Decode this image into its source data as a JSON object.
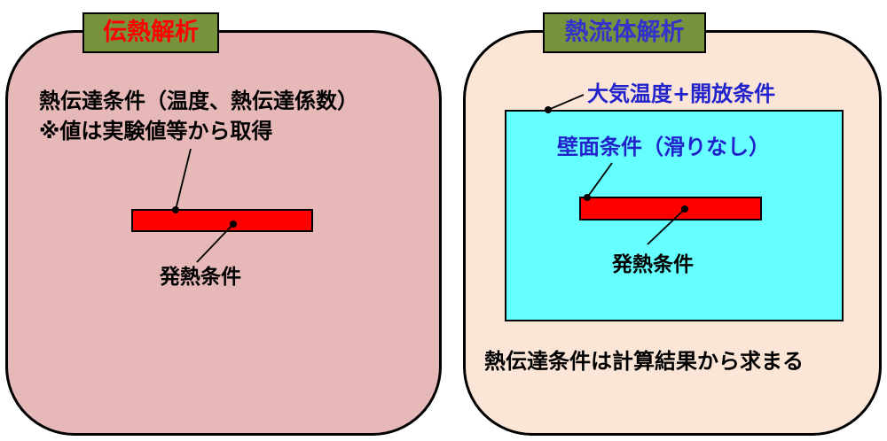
{
  "left_panel": {
    "title": "伝熱解析",
    "boundary_text_line1": "熱伝達条件（温度、熱伝達係数）",
    "boundary_text_line2": "※値は実験値等から取得",
    "heat_label": "発熱条件"
  },
  "right_panel": {
    "title": "熱流体解析",
    "atmosphere_label": "大気温度+開放条件",
    "wall_label": "壁面条件（滑りなし）",
    "heat_label": "発熱条件",
    "footer_text": "熱伝達条件は計算結果から求まる"
  },
  "colors": {
    "left_panel_bg": "#e6b8b7",
    "right_panel_bg": "#fbe5d6",
    "title_box_bg": "#77933c",
    "left_title_text": "#ff0000",
    "right_title_text": "#3333cc",
    "fluid_domain": "#66ffff",
    "heat_source": "#ff0000"
  }
}
